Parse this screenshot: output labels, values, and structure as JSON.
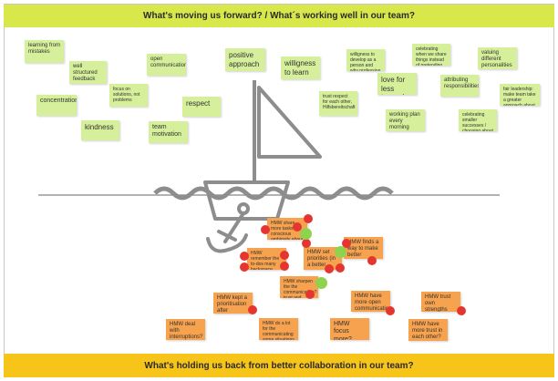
{
  "top_banner": "What's moving us forward? / What´s working well in our team?",
  "bottom_banner": "What's holding us back from better collaboration in our team?",
  "green_notes": [
    "learning from mistakes",
    "well structured feedback",
    "concentration",
    "focus on solutions, not problems",
    "kindness",
    "open communication",
    "team motivation",
    "respect",
    "positive approach",
    "willigness to learn",
    "trust respect for each other, Hilfsbereitschaft",
    "willigness to develop as a person and why profession",
    "love for less taxes :)",
    "working plan every morning",
    "celebrating when we share things instead of pretending to achieve success",
    "attributing responsibilities",
    "valuing different personalities",
    "fair leadership: make team take a greater approach about role to organisation",
    "celebrating smaller successes / choosing about successes"
  ],
  "orange_notes": [
    "HMW share more tasks by conscious ambiguity about duties within the team?",
    "HMW remember the to-dos many backspace tasks?",
    "HMW set priorities (in a better way)?",
    "HMW finds a way to make better prioritisation?",
    "HMW kept a prioritisation after creating it?",
    "HMW sharpen the the communication? trust and discussion about all?",
    "HMW have more open communication?",
    "HMW trust own strengths more?",
    "HMW deal with interruptions?",
    "HMW do a lot for the communicating some situations to reduce unnecessary misunderstandings?",
    "HMW focus more?",
    "HMW have more trust in each other?"
  ]
}
